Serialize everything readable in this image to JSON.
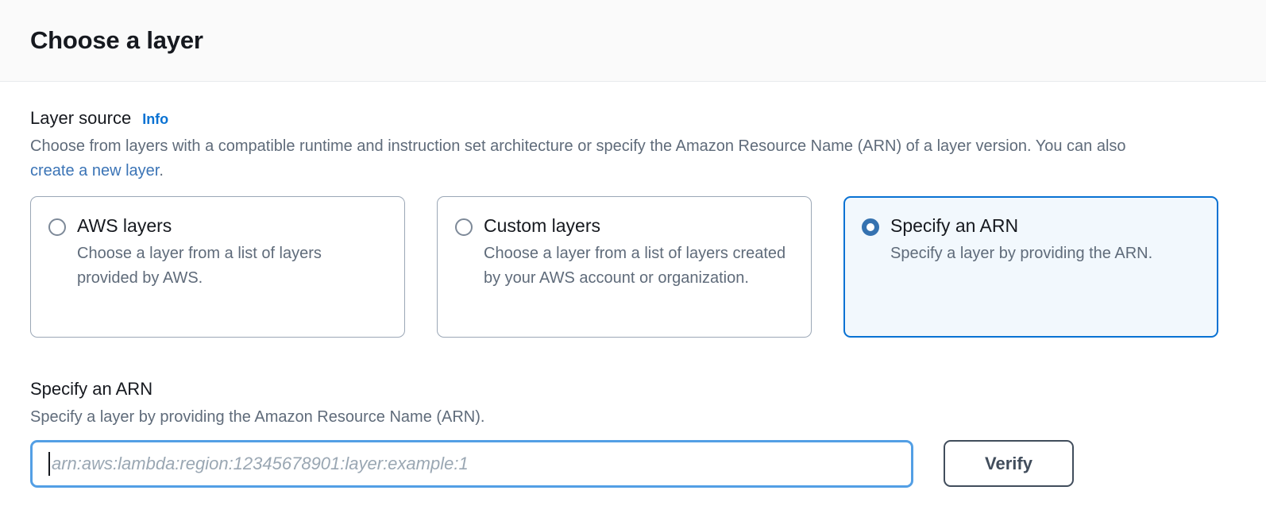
{
  "header": {
    "title": "Choose a layer"
  },
  "layer_source": {
    "label": "Layer source",
    "info_label": "Info",
    "description_part1": "Choose from layers with a compatible runtime and instruction set architecture or specify the Amazon Resource Name (ARN) of a layer version. You can also ",
    "description_link": "create a new layer",
    "description_part2": ".",
    "options": [
      {
        "title": "AWS layers",
        "description": "Choose a layer from a list of layers provided by AWS.",
        "selected": false
      },
      {
        "title": "Custom layers",
        "description": "Choose a layer from a list of layers created by your AWS account or organization.",
        "selected": false
      },
      {
        "title": "Specify an ARN",
        "description": "Specify a layer by providing the ARN.",
        "selected": true
      }
    ]
  },
  "arn_section": {
    "label": "Specify an ARN",
    "description": "Specify a layer by providing the Amazon Resource Name (ARN).",
    "input_value": "",
    "input_placeholder": "arn:aws:lambda:region:12345678901:layer:example:1",
    "verify_label": "Verify"
  },
  "colors": {
    "accent_blue": "#0972d3",
    "link_blue": "#3b74b6",
    "selected_tile_bg": "#f2f8fd",
    "focus_border": "#539fe5",
    "text_dark": "#16191f",
    "text_secondary": "#5f6b7a",
    "button_border": "#414d5c",
    "header_bg": "#fafafa"
  }
}
